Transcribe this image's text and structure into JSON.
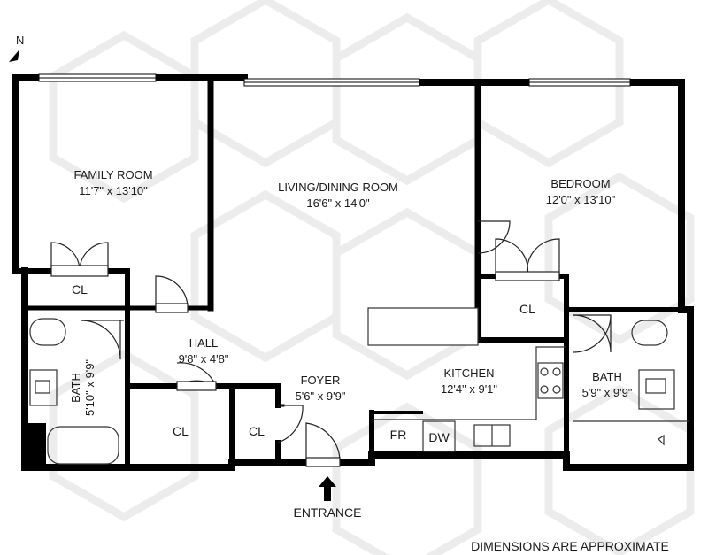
{
  "compass": {
    "label": "N"
  },
  "rooms": {
    "family_room": {
      "name": "FAMILY ROOM",
      "dims": "11'7\" x 13'10\""
    },
    "living_dining": {
      "name": "LIVING/DINING ROOM",
      "dims": "16'6\" x 14'0\""
    },
    "bedroom": {
      "name": "BEDROOM",
      "dims": "12'0\" x 13'10\""
    },
    "hall": {
      "name": "HALL",
      "dims": "9'8\" x 4'8\""
    },
    "foyer": {
      "name": "FOYER",
      "dims": "5'6\" x 9'9\""
    },
    "kitchen": {
      "name": "KITCHEN",
      "dims": "12'4\" x 9'1\""
    },
    "bath_left": {
      "name": "BATH",
      "dims": "5'10\" x 9'9\""
    },
    "bath_right": {
      "name": "BATH",
      "dims": "5'9\" x 9'9\""
    }
  },
  "closets": {
    "cl_family": "CL",
    "cl_bedroom": "CL",
    "cl_hall": "CL",
    "cl_foyer": "CL"
  },
  "appliances": {
    "fridge": "FR",
    "dishwasher": "DW"
  },
  "entrance": "ENTRANCE",
  "footer": "DIMENSIONS ARE APPROXIMATE"
}
